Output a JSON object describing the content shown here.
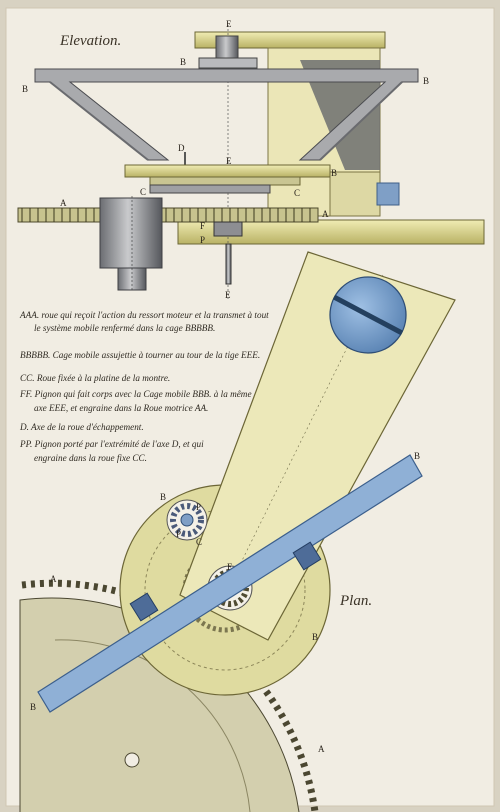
{
  "elevation_title": "Elevation.",
  "plan_title": "Plan.",
  "elevation_labels": {
    "e_top": "E",
    "b_top": "B",
    "b_left": "B",
    "b_right": "B",
    "d": "D",
    "e_mid": "E",
    "b_mid": "B",
    "c_left": "C",
    "c_right": "C",
    "a_left": "A",
    "a_right": "A",
    "f": "F",
    "p": "P",
    "e_bottom": "E"
  },
  "plan_labels": {
    "b_top_right": "B",
    "b_small": "B",
    "p_upper": "P",
    "p_lower": "P",
    "c": "C",
    "a_left": "A",
    "f": "F",
    "b_right": "B",
    "b_left": "B",
    "a_bottom": "A"
  },
  "legend": [
    "AAA. roue qui reçoit l'action du ressort moteur et la transmet à tout",
    "le système mobile renfermé dans la cage BBBBB.",
    "BBBBB. Cage mobile assujettie à tourner au tour de la tige EEE.",
    "CC. Roue fixée à la platine de la montre.",
    "FF. Pignon qui fait corps avec la Cage mobile BBB. à la même",
    "axe EEE, et engraine dans la Roue motrice AA.",
    "D. Axe de la roue d'échappement.",
    "PP. Pignon porté par l'extrémité de l'axe D, et qui",
    "engraine dans la roue fixe CC."
  ],
  "colors": {
    "paper": "#efebe0",
    "ink": "#3a3226",
    "gray_metal": "#9c9c9e",
    "dark_metal": "#5f6064",
    "brass": "#d9d48c",
    "olive": "#b3ae6c",
    "blue": "#7f9fc6",
    "pale_wheel": "#cfcba6"
  }
}
